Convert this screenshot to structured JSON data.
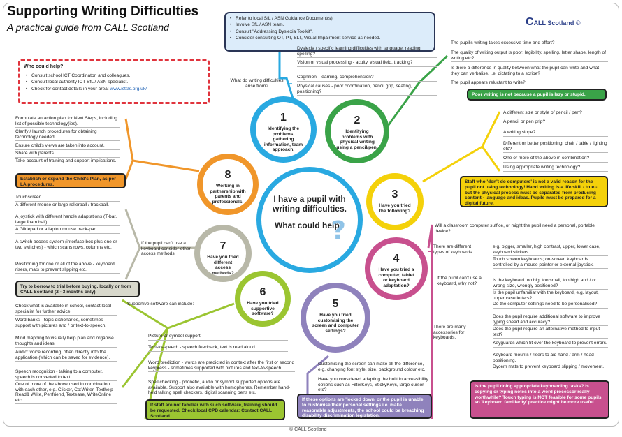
{
  "header": {
    "title": "Supporting Writing Difficulties",
    "subtitle": "A practical guide from CALL Scotland",
    "logo_c": "C",
    "logo_text": "ALL Scotland ©"
  },
  "who_could_help": {
    "heading": "Who could help?",
    "items": [
      "Consult school ICT Coordinator, and colleagues.",
      "Consult local authority ICT SfL / ASN specialist.",
      "Check for contact details in your area:"
    ],
    "link": "www.ictsls.org.uk/"
  },
  "top_box": {
    "items": [
      "Refer to local SfL / ASN Guidance Document(s).",
      "Involve SfL / ASN team.",
      "Consult \"Addressing Dyslexia Toolkit\".",
      "Consider consulting OT, PT, SLT, Visual Impairment service as needed."
    ]
  },
  "center": {
    "line1": "I have a pupil with",
    "line2": "writing difficulties.",
    "line3": "What could help?",
    "qmark": "?"
  },
  "circles": [
    {
      "num": "1",
      "text": "Identifying the problems, gathering information, team approach.",
      "color": "#29a9e1"
    },
    {
      "num": "2",
      "text": "Identifying problems with physical writing using a pencil/pen.",
      "color": "#3aa348"
    },
    {
      "num": "3",
      "text": "Have you tried the following?",
      "color": "#f4d10a"
    },
    {
      "num": "4",
      "text": "Have you tried a computer, tablet or keyboard adaptation?",
      "color": "#c8508e"
    },
    {
      "num": "5",
      "text": "Have you tried customising the screen and computer settings?",
      "color": "#8f82bc"
    },
    {
      "num": "6",
      "text": "Have you tried supportive software?",
      "color": "#9bc531"
    },
    {
      "num": "7",
      "text": "Have you tried different access methods?",
      "color": "#b8b8a8"
    },
    {
      "num": "8",
      "text": "Working in partnership with parents and professionals.",
      "color": "#f0962a"
    }
  ],
  "section1": {
    "label": "What do writing difficulties arise from?",
    "items": [
      "Dyslexia / specific learning difficulties with language, reading, spelling?",
      "Vision or visual processing - acuity, visual field, tracking?",
      "Cognition - learning, comprehension?",
      "Physical causes - poor coordination, pencil grip, seating, positioning?"
    ]
  },
  "section2": {
    "items": [
      "The pupil's writing takes excessive time and effort?",
      "The quality of writing output is poor: legibility, spelling, letter shape, length of writing etc?",
      "Is there a difference in quality between what the pupil can write and what they can verbalise, i.e. dictating to a scribe?",
      "The pupil appears reluctant to write?"
    ],
    "note": "Poor writing is not because a pupil is lazy or stupid."
  },
  "section3": {
    "items": [
      "A different size or style of pencil / pen?",
      "A pencil or pen grip?",
      "A writing slope?",
      "Different or better positioning; chair / table / lighting etc?",
      "One or more of the above in combination?",
      "Using appropriate writing technology?"
    ],
    "note": "Staff who 'don't do computers' is not a valid reason for the pupil not using technology! Hand writing is a life skill - true - but the physical process must be separated from producing content - language and ideas. Pupils must be prepared for a digital future."
  },
  "section4": {
    "top": "Will a classroom computer suffice, or might the pupil need a personal, portable device?",
    "kb_types_label": "There are different types of keyboards.",
    "kb_types": [
      "e.g. bigger, smaller, high contrast, upper, lower case, keyboard stickers.",
      "Touch screen keyboards; on-screen keyboards controlled by a mouse pointer or external joystick."
    ],
    "cant_label": "If the pupil can't use a keyboard, why not?",
    "cant": [
      "Is the keyboard too big, too small, too high and / or wrong size, wrongly positioned?",
      "Is the pupil unfamiliar with the keyboard, e.g. layout, upper case letters?",
      "Do the computer settings need to be personalised?",
      "Does the pupil require additional software to improve typing speed and accuracy?",
      "Does the pupil require an alternative method to input text?"
    ],
    "acc_label": "There are many accessories for keyboards.",
    "acc": [
      "Keyguards which fit over the keyboard to prevent errors.",
      "Keyboard mounts / risers to aid hand / arm / head positioning.",
      "Dycem mats to prevent keyboard slipping / movement."
    ],
    "note": "Is the pupil doing appropriate keyboarding tasks? Is copying or typing notes into a word processor really worthwhile? Touch typing is NOT feasible for some pupils so 'keyboard familiarity' practice might be more useful."
  },
  "section5": {
    "items": [
      "Customising the screen can make all the difference, e.g. changing font style, size, background colour etc.",
      "Have you considered adapting the built in accessibility options such as FilterKeys, StickyKeys, large cursor etc?"
    ],
    "note": "If these options are 'locked down' or the pupil is unable to customise their personal settings i.e. make reasonable adjustments, the school could be breaching disability discrimination legislation."
  },
  "section6": {
    "label": "Supportive software can include:",
    "items": [
      "Picture or symbol support.",
      "Text-to-speech - speech feedback, text is read aloud.",
      "Word prediction - words are predicted in context after the first or second keypress - sometimes supported with pictures and text-to-speech.",
      "Spell checking - phonetic, audio or symbol supported options are available. Support also available with homophones. Remember hand-held talking spell checkers, digital scanning pens etc."
    ],
    "left": [
      "Check what is available in school, contact local specialist for further advice.",
      "Word banks - topic dictionaries, sometimes support with pictures and / or text-to-speech.",
      "Mind mapping to visually help plan and organise thoughts and ideas.",
      "Audio: voice recording, often directly into the application (which can be saved for evidence).",
      "Speech recognition - talking to a computer, speech is converted to text.",
      "One of more of the above used in combination with each other, e.g. Clicker, Co:Writer, Textheip Read& Write, Penfriend, Textease, WriteOnline etc."
    ],
    "note": "If staff are not familiar with such software, training should be requested. Check local CPD calendar: Contact CALL Scotland."
  },
  "section7": {
    "label": "If the pupil can't use a keyboard consider other access methods.",
    "items": [
      "Touchscreen.",
      "A different mouse or large rollerball / trackball.",
      "A joystick with different handle adaptations (T-bar, large foam ball).",
      "A Glidepad or a laptop mouse track-pad.",
      "A switch access system (interface box plus one or two switches) - which scans rows, columns etc.",
      "Positioning for one or all of the above - keyboard risers, mats to prevent slipping etc."
    ],
    "note": "Try to borrow to trial before buying, locally or from CALL Scotland (2 - 3 months only)."
  },
  "section8": {
    "items": [
      "Formulate an action plan for Next Steps, including list of possible technology(ies).",
      "Clarify / launch procedures for obtaining technology needed.",
      "Ensure child's views are taken into account.",
      "Share with parents.",
      "Take account of training and support implications."
    ],
    "note": "Establish or expand the Child's Plan, as per LA procedures."
  },
  "footer": "© CALL Scotland"
}
